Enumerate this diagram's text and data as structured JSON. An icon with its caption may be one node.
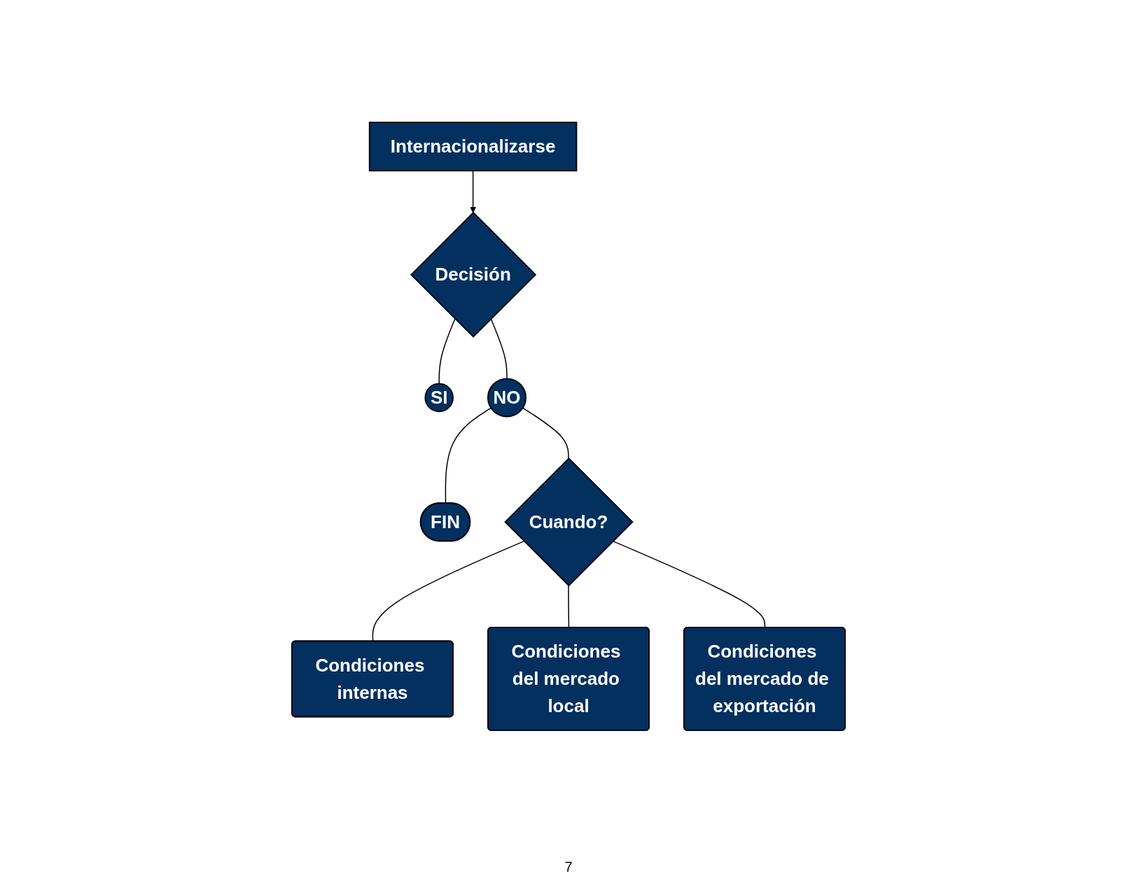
{
  "diagram": {
    "nodes": [
      {
        "text": [
          "Internacionalizarse"
        ]
      },
      {
        "text": [
          "Decisión"
        ]
      },
      {
        "text": [
          "SI"
        ]
      },
      {
        "text": [
          "NO"
        ]
      },
      {
        "text": [
          "FIN"
        ]
      },
      {
        "text": [
          "Cuando?"
        ]
      },
      {
        "text": [
          "Condiciones internas"
        ]
      },
      {
        "text": [
          "Condiciones del mercado local"
        ]
      },
      {
        "text": [
          "Condiciones del mercado de exportación"
        ]
      }
    ],
    "edges": [
      {
        "from": 0,
        "to": 1,
        "arrow": "to"
      },
      {
        "from": 1,
        "to": 2,
        "arrow": "none"
      },
      {
        "from": 1,
        "to": 3,
        "arrow": "none"
      },
      {
        "from": 3,
        "to": 4,
        "arrow": "none"
      },
      {
        "from": 3,
        "to": 5,
        "arrow": "none"
      },
      {
        "from": 5,
        "to": 6,
        "arrow": "none"
      },
      {
        "from": 5,
        "to": 7,
        "arrow": "none"
      },
      {
        "from": 5,
        "to": 8,
        "arrow": "none"
      }
    ],
    "labels": [
      "7"
    ]
  }
}
